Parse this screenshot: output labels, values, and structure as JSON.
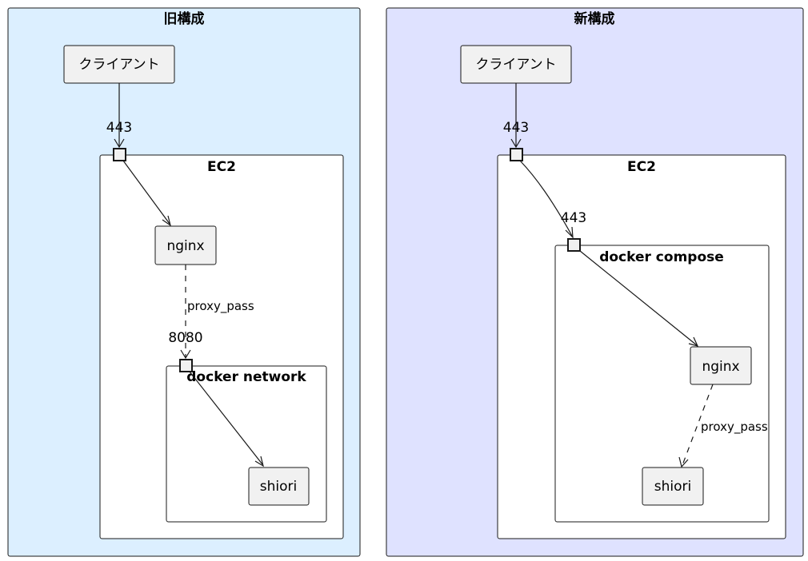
{
  "colors": {
    "old_bg": "#dcefff",
    "new_bg": "#dfe2ff",
    "inner_bg": "#ffffff",
    "node_bg": "#f1f1f1",
    "line": "#181818"
  },
  "old": {
    "title": "旧構成",
    "client": "クライアント",
    "port_443": "443",
    "ec2": "EC2",
    "nginx": "nginx",
    "proxy_label": "proxy_pass",
    "port_8080": "8080",
    "docker_network": "docker network",
    "shiori": "shiori"
  },
  "new": {
    "title": "新構成",
    "client": "クライアント",
    "port_443_outer": "443",
    "ec2": "EC2",
    "port_443_inner": "443",
    "docker_compose": "docker compose",
    "nginx": "nginx",
    "proxy_label": "proxy_pass",
    "shiori": "shiori"
  }
}
